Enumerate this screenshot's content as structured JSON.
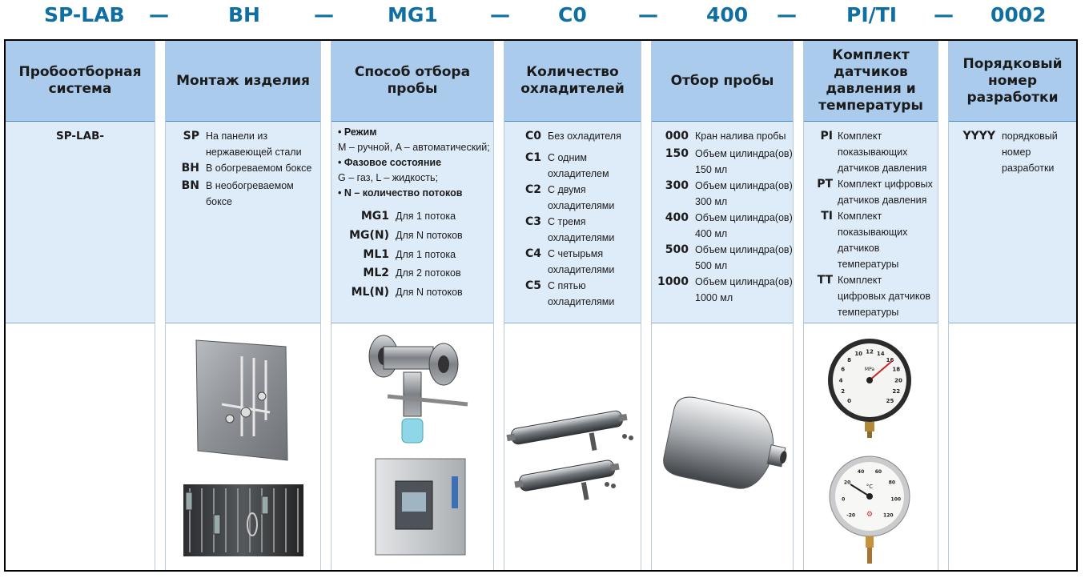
{
  "code_row": [
    "SP-LAB",
    "BH",
    "MG1",
    "C0",
    "400",
    "PI/TI",
    "0002"
  ],
  "dash": "—",
  "columns": [
    {
      "header": [
        "Пробоотборная",
        "система"
      ],
      "value": "SP-LAB-"
    },
    {
      "header": [
        "Монтаж изделия"
      ],
      "items": [
        {
          "code": "SP",
          "lines": [
            "На панели из",
            "нержавеющей стали"
          ]
        },
        {
          "code": "BH",
          "lines": [
            "В обогреваемом боксе"
          ]
        },
        {
          "code": "BN",
          "lines": [
            "В необогреваемом",
            "боксе"
          ]
        }
      ]
    },
    {
      "header": [
        "Способ отбора",
        "пробы"
      ],
      "notes": {
        "mode_title": "• Режим",
        "mode_text": "M – ручной, A – автоматический;",
        "phase_title": "• Фазовое состояние",
        "phase_text": "G – газ, L – жидкость;",
        "flows_title": "• N – количество потоков"
      },
      "items": [
        {
          "code": "MG1",
          "lines": [
            "Для 1 потока"
          ]
        },
        {
          "code": "MG(N)",
          "lines": [
            "Для N потоков"
          ]
        },
        {
          "code": "ML1",
          "lines": [
            "Для 1 потока"
          ]
        },
        {
          "code": "ML2",
          "lines": [
            "Для 2 потоков"
          ]
        },
        {
          "code": "ML(N)",
          "lines": [
            "Для N потоков"
          ]
        }
      ]
    },
    {
      "header": [
        "Количество",
        "охладителей"
      ],
      "items": [
        {
          "code": "C0",
          "lines": [
            "Без охладителя"
          ]
        },
        {
          "code": "C1",
          "lines": [
            "С одним",
            "охладителем"
          ]
        },
        {
          "code": "C2",
          "lines": [
            "С двумя",
            "охладителями"
          ]
        },
        {
          "code": "C3",
          "lines": [
            "С тремя",
            "охладителями"
          ]
        },
        {
          "code": "C4",
          "lines": [
            "С четырьмя",
            "охладителями"
          ]
        },
        {
          "code": "C5",
          "lines": [
            "С пятью",
            "охладителями"
          ]
        }
      ]
    },
    {
      "header": [
        "Отбор пробы"
      ],
      "items": [
        {
          "code": "000",
          "lines": [
            "Кран налива пробы"
          ]
        },
        {
          "code": "150",
          "lines": [
            "Объем цилиндра(ов)",
            "150 мл"
          ]
        },
        {
          "code": "300",
          "lines": [
            "Объем цилиндра(ов)",
            "300 мл"
          ]
        },
        {
          "code": "400",
          "lines": [
            "Объем цилиндра(ов)",
            "400 мл"
          ]
        },
        {
          "code": "500",
          "lines": [
            "Объем цилиндра(ов)",
            "500 мл"
          ]
        },
        {
          "code": "1000",
          "lines": [
            "Объем цилиндра(ов)",
            "1000 мл"
          ]
        }
      ]
    },
    {
      "header": [
        "Комплект",
        "датчиков",
        "давления и",
        "температуры"
      ],
      "items": [
        {
          "code": "PI",
          "lines": [
            "Комплект",
            "показывающих",
            "датчиков давления"
          ]
        },
        {
          "code": "PT",
          "lines": [
            "Комплект цифровых",
            "датчиков давления"
          ]
        },
        {
          "code": "TI",
          "lines": [
            "Комплект",
            "показывающих",
            "датчиков",
            "температуры"
          ]
        },
        {
          "code": "TT",
          "lines": [
            "Комплект",
            "цифровых датчиков",
            "температуры"
          ]
        }
      ]
    },
    {
      "header": [
        "Порядковый",
        "номер",
        "разработки"
      ],
      "items": [
        {
          "code": "YYYY",
          "lines": [
            "порядковый",
            "номер",
            "разработки"
          ]
        }
      ]
    }
  ],
  "gauge_top": {
    "ticks": [
      "0",
      "2",
      "4",
      "6",
      "8",
      "10",
      "12",
      "14",
      "16",
      "18",
      "20",
      "22",
      "25"
    ],
    "unit": "MPa"
  },
  "gauge_bottom": {
    "ticks": [
      "-20",
      "0",
      "20",
      "40",
      "60",
      "80",
      "100",
      "120"
    ],
    "unit": "°C"
  },
  "colors": {
    "code": "#0f6fa3",
    "header": "#aacbec",
    "body": "#deebf8"
  }
}
